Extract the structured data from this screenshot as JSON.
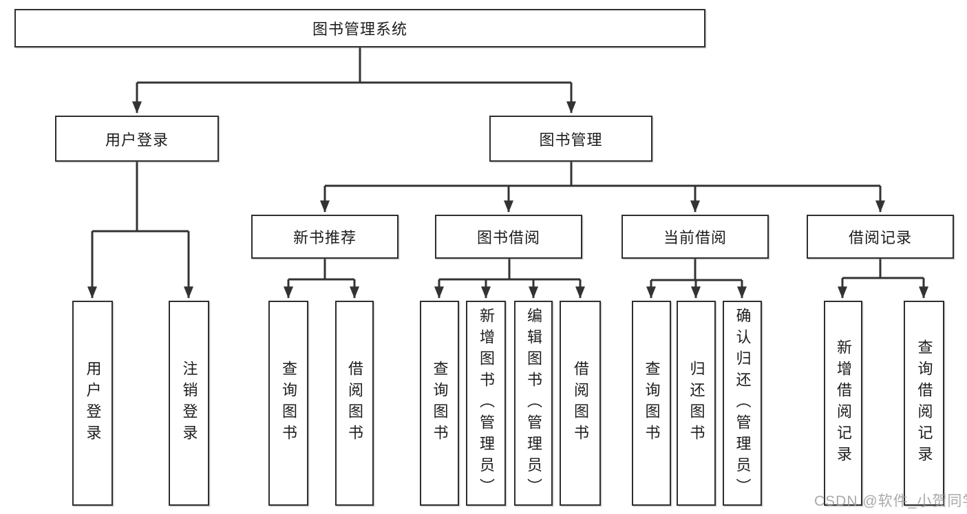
{
  "diagram": {
    "root": {
      "label": "图书管理系统"
    },
    "level2": [
      {
        "label": "用户登录"
      },
      {
        "label": "图书管理"
      }
    ],
    "level3": [
      {
        "label": "新书推荐"
      },
      {
        "label": "图书借阅"
      },
      {
        "label": "当前借阅"
      },
      {
        "label": "借阅记录"
      }
    ],
    "leaves": {
      "user_login": [
        "用户登录",
        "注销登录"
      ],
      "new_book": [
        "查询图书",
        "借阅图书"
      ],
      "book_borrow": [
        "查询图书",
        "新增图书（管理员）",
        "编辑图书（管理员）",
        "借阅图书"
      ],
      "current_borrow": [
        "查询图书",
        "归还图书",
        "确认归还（管理员）"
      ],
      "borrow_record": [
        "新增借阅记录",
        "查询借阅记录"
      ]
    }
  },
  "watermark": {
    "text": "CSDN @软件_小贺同学",
    "color": "#949494"
  },
  "colors": {
    "line": "#333333",
    "box_border": "#2e2e2e",
    "box_bg": "#ffffff",
    "text": "#1d1d1d"
  }
}
